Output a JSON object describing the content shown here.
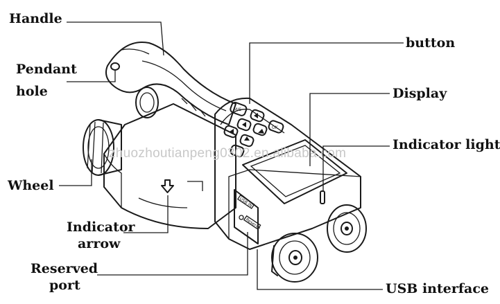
{
  "labels": {
    "handle": "Handle",
    "pendant_hole_line1": "Pendant",
    "pendant_hole_line2": "hole",
    "wheel": "Wheel",
    "indicator_arrow_line1": "Indicator",
    "indicator_arrow_line2": "arrow",
    "reserved_port_line1": "Reserved",
    "reserved_port_line2": "port",
    "button": "button",
    "display": "Display",
    "indicator_light": "Indicator light",
    "usb_interface": "USB interface"
  },
  "device": {
    "button_labels": [
      "M/S",
      "OK"
    ],
    "port_labels": [
      "USB IN",
      "Reserve"
    ]
  },
  "watermark": "zhuozhoutianpeng0302.en.alibaba.com"
}
